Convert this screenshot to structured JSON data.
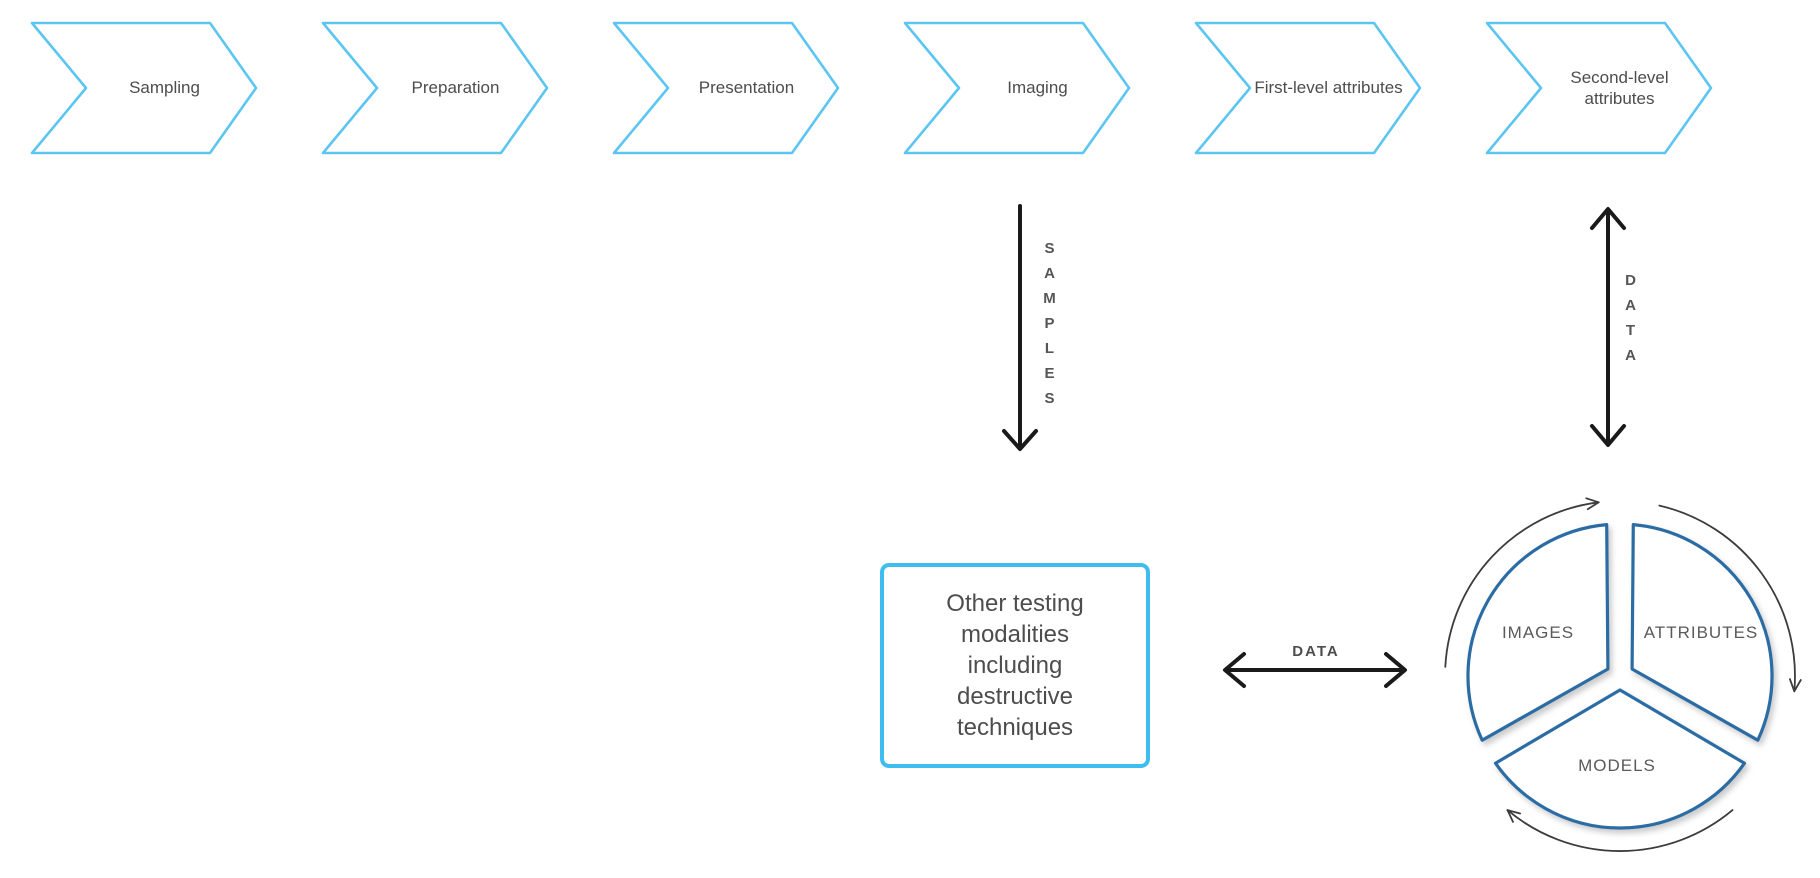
{
  "flow_steps": [
    {
      "label": "Sampling"
    },
    {
      "label": "Preparation"
    },
    {
      "label": "Presentation"
    },
    {
      "label": "Imaging"
    },
    {
      "label": "First-level attributes"
    },
    {
      "label": "Second-level attributes"
    }
  ],
  "arrows": {
    "samples_label": "SAMPLES",
    "data_vertical_label": "DATA",
    "data_horizontal_label": "DATA"
  },
  "side_box": {
    "text": "Other testing\nmodalities\nincluding\ndestructive\ntechniques"
  },
  "cycle": {
    "segments": [
      {
        "label": "IMAGES"
      },
      {
        "label": "ATTRIBUTES"
      },
      {
        "label": "MODELS"
      }
    ]
  },
  "colors": {
    "chevron_border": "#5CC5F1",
    "box_border": "#3EBEF0",
    "segment_stroke": "#2B6CA4",
    "label_text": "#4D4D4D",
    "arrow_black": "#1A1A1A",
    "arc_arrow": "#3C3C3C"
  }
}
